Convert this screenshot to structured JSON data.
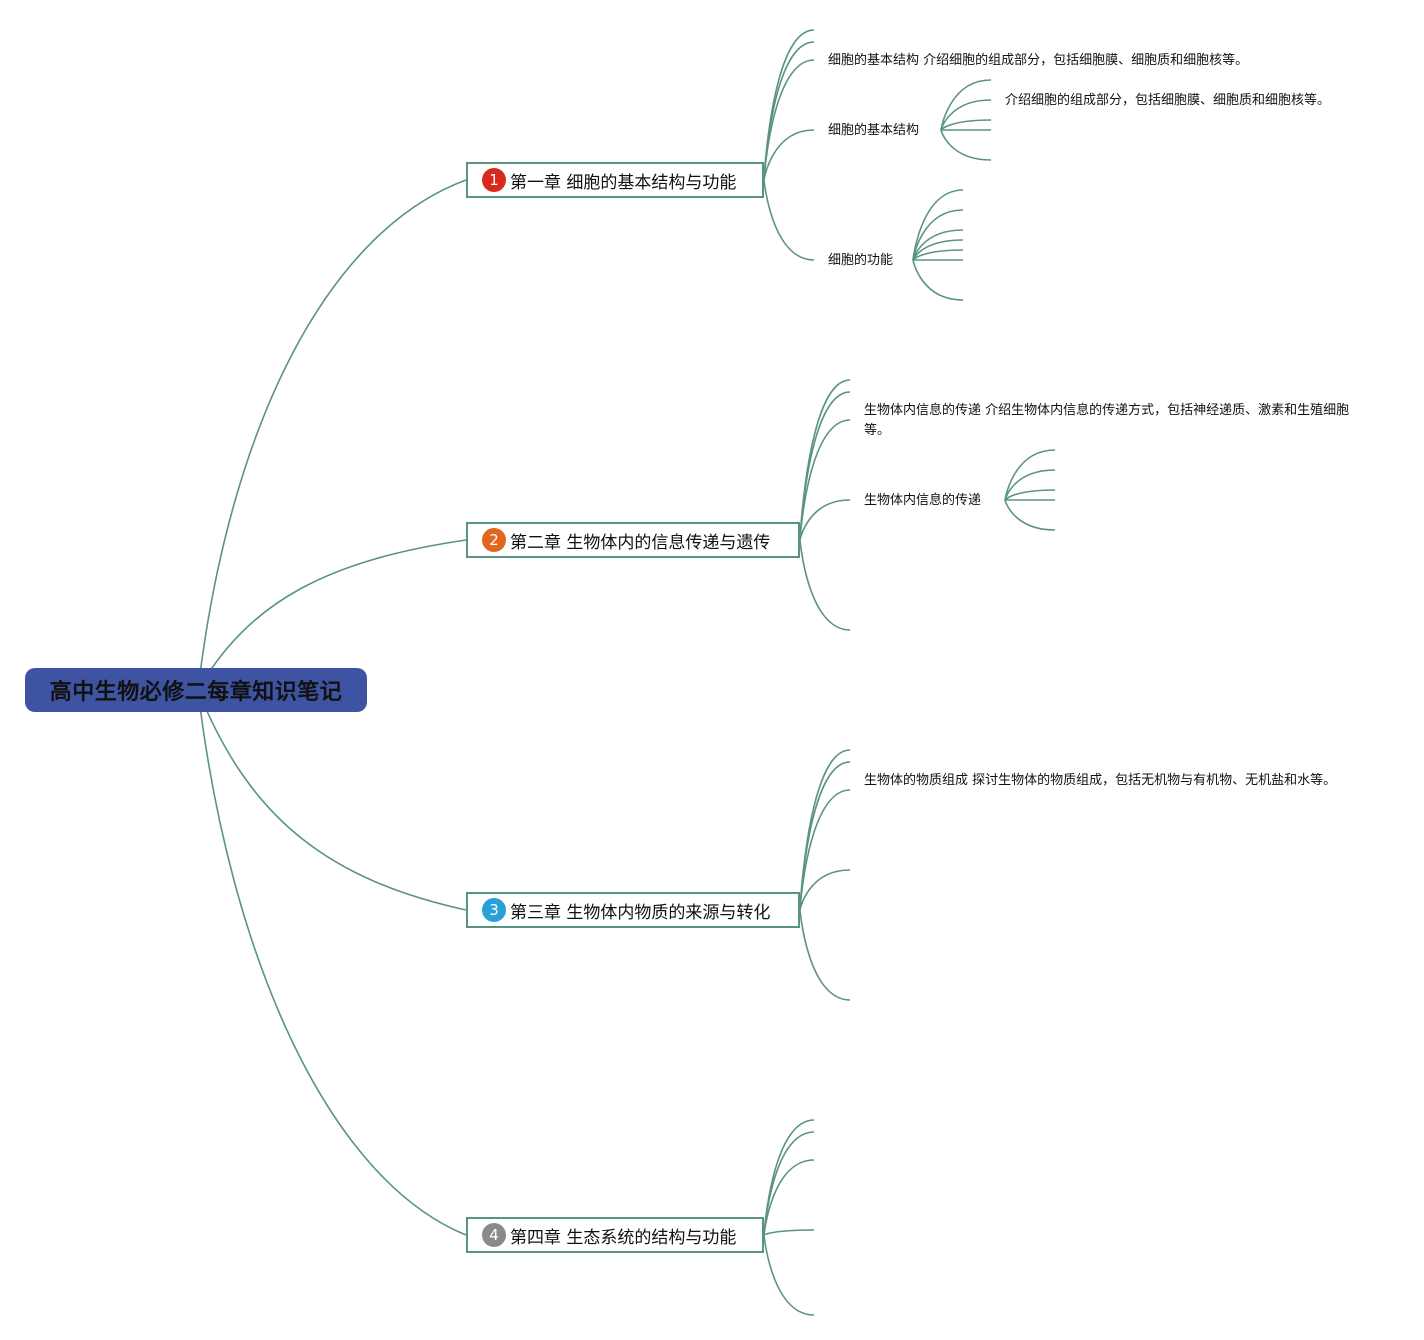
{
  "root": {
    "title": "高中生物必修二每章知识笔记",
    "color": "#3e54a3"
  },
  "chapters": [
    {
      "number": "1",
      "badge_color": "#d9281c",
      "title": "第一章 细胞的基本结构与功能",
      "items": [
        {
          "text": "细胞的基本结构 介绍细胞的组成部分，包括细胞膜、细胞质和细胞核等。"
        },
        {
          "text": "细胞的基本结构",
          "children": [
            "介绍细胞的组成部分，包括细胞膜、细胞质和细胞核等。"
          ]
        },
        {
          "text": "细胞的功能"
        }
      ]
    },
    {
      "number": "2",
      "badge_color": "#e2661f",
      "title": "第二章 生物体内的信息传递与遗传",
      "items": [
        {
          "text": "生物体内信息的传递 介绍生物体内信息的传递方式，包括神经递质、激素和生殖细胞等。"
        },
        {
          "text": "生物体内信息的传递"
        }
      ]
    },
    {
      "number": "3",
      "badge_color": "#2aa0d8",
      "title": "第三章 生物体内物质的来源与转化",
      "items": [
        {
          "text": "生物体的物质组成 探讨生物体的物质组成，包括无机物与有机物、无机盐和水等。"
        }
      ]
    },
    {
      "number": "4",
      "badge_color": "#8a8a8a",
      "title": "第四章 生态系统的结构与功能",
      "items": []
    }
  ],
  "line_color": "#5b9383"
}
